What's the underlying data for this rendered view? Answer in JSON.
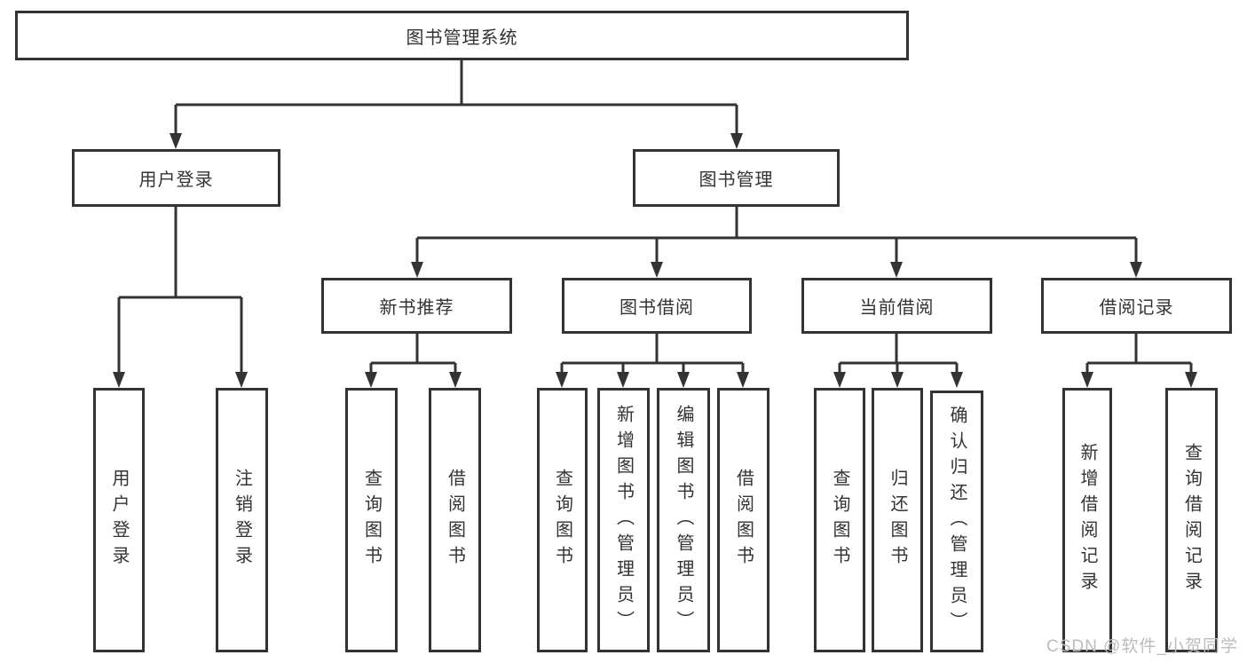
{
  "colors": {
    "line": "#333333",
    "box_border": "#333333",
    "box_background": "#ffffff",
    "text": "#333333",
    "watermark_text": "#bcbcbc"
  },
  "watermark": {
    "text": "CSDN @软件_小贺同学"
  },
  "tree": {
    "label": "图书管理系统",
    "children": [
      {
        "label": "用户登录",
        "children": [
          {
            "label": "用户登录"
          },
          {
            "label": "注销登录"
          }
        ]
      },
      {
        "label": "图书管理",
        "children": [
          {
            "label": "新书推荐",
            "children": [
              {
                "label": "查询图书"
              },
              {
                "label": "借阅图书"
              }
            ]
          },
          {
            "label": "图书借阅",
            "children": [
              {
                "label": "查询图书"
              },
              {
                "label": "新增图书（管理员）"
              },
              {
                "label": "编辑图书（管理员）"
              },
              {
                "label": "借阅图书"
              }
            ]
          },
          {
            "label": "当前借阅",
            "children": [
              {
                "label": "查询图书"
              },
              {
                "label": "归还图书"
              },
              {
                "label": "确认归还（管理员）"
              }
            ]
          },
          {
            "label": "借阅记录",
            "children": [
              {
                "label": "新增借阅记录"
              },
              {
                "label": "查询借阅记录"
              }
            ]
          }
        ]
      }
    ]
  }
}
